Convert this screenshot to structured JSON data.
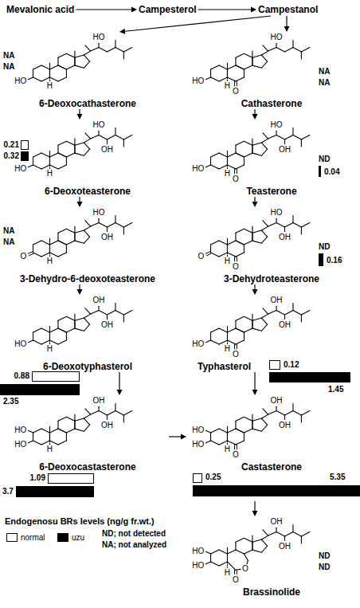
{
  "diagram": {
    "nodes": [
      {
        "text": [
          "Mevalonic acid"
        ]
      },
      {
        "text": [
          "Campesterol"
        ]
      },
      {
        "text": [
          "Campestanol"
        ]
      },
      {
        "text": [
          "6-Deoxocathasterone"
        ]
      },
      {
        "text": [
          "Cathasterone"
        ]
      },
      {
        "text": [
          "6-Deoxoteasterone"
        ]
      },
      {
        "text": [
          "Teasterone"
        ]
      },
      {
        "text": [
          "3-Dehydro-6-deoxoteasterone"
        ]
      },
      {
        "text": [
          "3-Dehydroteasterone"
        ]
      },
      {
        "text": [
          "6-Deoxotyphasterol"
        ]
      },
      {
        "text": [
          "Typhasterol"
        ]
      },
      {
        "text": [
          "6-Deoxocastasterone"
        ]
      },
      {
        "text": [
          "Castasterone"
        ]
      },
      {
        "text": [
          "Brassinolide"
        ]
      }
    ],
    "edges": [
      {
        "from": 0,
        "to": 1,
        "arrow": "to"
      },
      {
        "from": 1,
        "to": 2,
        "arrow": "to"
      },
      {
        "from": 2,
        "to": 3,
        "arrow": "to"
      },
      {
        "from": 2,
        "to": 4,
        "arrow": "to"
      },
      {
        "from": 3,
        "to": 5,
        "arrow": "to"
      },
      {
        "from": 5,
        "to": 7,
        "arrow": "to"
      },
      {
        "from": 7,
        "to": 9,
        "arrow": "to"
      },
      {
        "from": 9,
        "to": 11,
        "arrow": "to"
      },
      {
        "from": 11,
        "to": 12,
        "arrow": "to"
      },
      {
        "from": 4,
        "to": 6,
        "arrow": "to"
      },
      {
        "from": 6,
        "to": 8,
        "arrow": "to"
      },
      {
        "from": 8,
        "to": 10,
        "arrow": "to"
      },
      {
        "from": 10,
        "to": 12,
        "arrow": "to"
      },
      {
        "from": 12,
        "to": 13,
        "arrow": "to"
      }
    ],
    "labels": [
      "HO",
      "HO",
      "H",
      "NA",
      "NA",
      "HO",
      "HO",
      "H",
      "O",
      "NA",
      "NA",
      "HO",
      "OH",
      "HO",
      "H",
      "0.21",
      "0.32",
      "HO",
      "OH",
      "HO",
      "H",
      "O",
      "ND",
      "0.04",
      "HO",
      "OH",
      "O",
      "H",
      "NA",
      "NA",
      "HO",
      "OH",
      "O",
      "H",
      "O",
      "ND",
      "0.16",
      "OH",
      "OH",
      "HO",
      "H",
      "0.88",
      "2.35",
      "OH",
      "OH",
      "HO",
      "H",
      "O",
      "0.12",
      "1.45",
      "OH",
      "OH",
      "HO",
      "HO",
      "H",
      "1.09",
      "3.7",
      "OH",
      "OH",
      "HO",
      "HO",
      "H",
      "O",
      "0.25",
      "5.35",
      "OH",
      "OH",
      "HO",
      "HO",
      "H",
      "O",
      "O",
      "ND",
      "ND",
      "Endogenosu BRs levels (ng/g fr.wt.)",
      "ND; not detected",
      "NA; not analyzed"
    ],
    "legend": [
      {
        "text": "normal",
        "color": "#ffffff"
      },
      {
        "text": "uzu",
        "color": "#000000"
      }
    ]
  }
}
